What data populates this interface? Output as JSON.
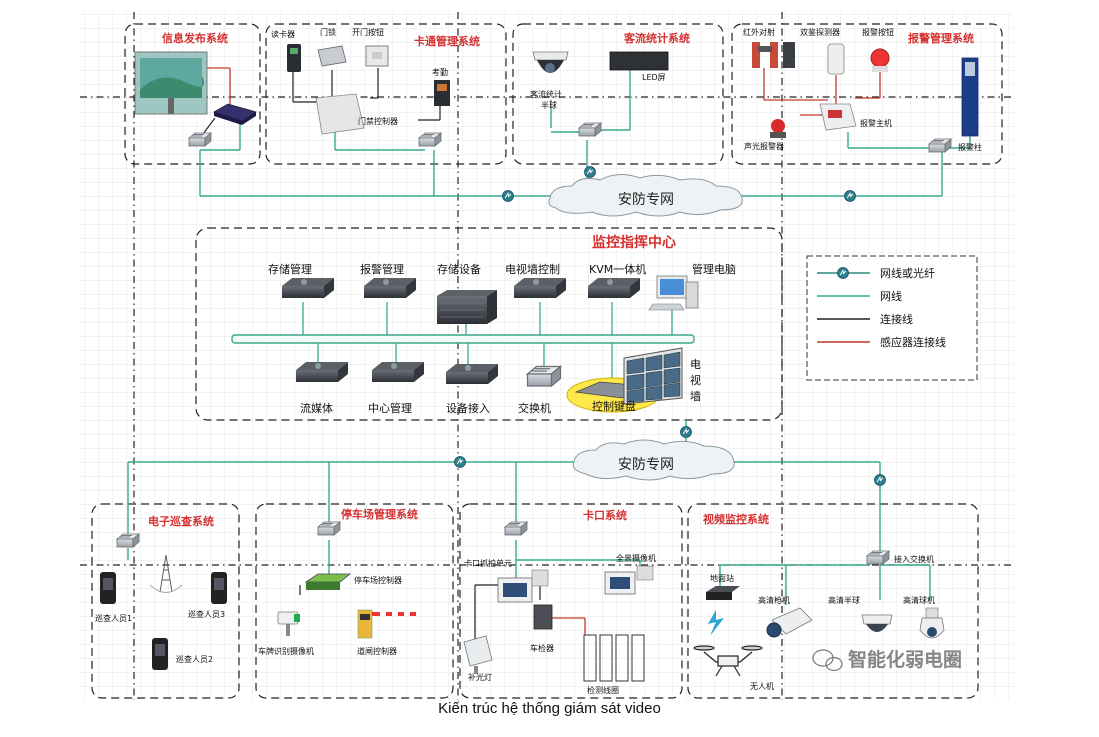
{
  "network_cloud_label": "安防专网",
  "systems": {
    "info_release": {
      "title": "信息发布系统"
    },
    "access_control": {
      "title": "卡通管理系统",
      "card_reader": "读卡器",
      "door_lock": "门锁",
      "exit_button": "开门按钮",
      "attendance": "考勤",
      "controller": "门禁控制器"
    },
    "people_count": {
      "title": "客流统计系统",
      "camera": "客流统计",
      "camera_sub": "半球",
      "led": "LED屏"
    },
    "alarm": {
      "title": "报警管理系统",
      "infrared": "红外对射",
      "dual_detector": "双鉴探测器",
      "alarm_button": "报警按钮",
      "sound_light": "声光报警器",
      "host": "报警主机",
      "pillar": "报警柱"
    },
    "command_center": {
      "title": "监控指挥中心",
      "top_row": [
        "存储管理",
        "报警管理",
        "存储设备",
        "电视墙控制",
        "KVM一体机",
        "管理电脑"
      ],
      "bottom_row": [
        "流媒体",
        "中心管理",
        "设备接入",
        "交换机",
        "控制键盘"
      ],
      "tv_wall": [
        "电",
        "视",
        "墙"
      ]
    },
    "patrol": {
      "title": "电子巡查系统",
      "people": [
        "巡查人员1",
        "巡查人员3",
        "巡查人员2"
      ]
    },
    "parking": {
      "title": "停车场管理系统",
      "controller": "停车场控制器",
      "lpr_camera": "车牌识别摄像机",
      "gate_controller": "道闸控制器"
    },
    "checkpoint": {
      "title": "卡口系统",
      "checkpoint_unit": "卡口抓拍单元",
      "panoramic": "全景摄像机",
      "detector": "车检器",
      "fill_light": "补光灯",
      "loop": "检测线圈"
    },
    "video": {
      "title": "视频监控系统",
      "access_switch": "接入交换机",
      "base_station": "地面站",
      "bullet": "高清枪机",
      "half_dome": "高清半球",
      "dome": "高清球机",
      "drone": "无人机"
    }
  },
  "legend": {
    "items": [
      {
        "label": "网线或光纤",
        "color": "#2b8a7a"
      },
      {
        "label": "网线",
        "color": "#3aa88e"
      },
      {
        "label": "连接线",
        "color": "#222222"
      },
      {
        "label": "感应器连接线",
        "color": "#c0392b"
      }
    ]
  },
  "watermark": "智能化弱电圈",
  "caption": "Kiến trúc hệ thống giám sát video",
  "colors": {
    "title_red": "#d63030",
    "net_line": "#3aa88e",
    "grid": "#e6e6e6"
  }
}
